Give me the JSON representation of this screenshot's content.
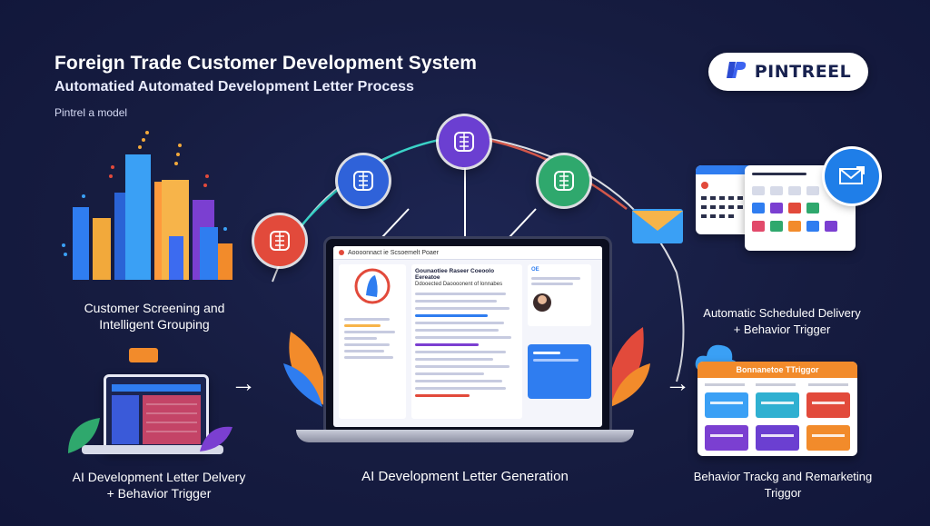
{
  "header": {
    "title": "Foreign Trade Customer Development System",
    "subtitle": "Automatied Automated Development Letter Process",
    "tagline": "Pintrel a model"
  },
  "brand": {
    "name": "PINTREEL",
    "icon": "brand-logo-icon",
    "color": "#2b4ad1"
  },
  "stages": {
    "screening": "Customer Screening and\nIntelligent Grouping",
    "delivery": "AI  Development  Letter Delvery\n+  Behavior Trigger",
    "generation": "AI Development Letter Generation",
    "scheduled": "Automatic Scheduled Delivery\n+ Behavior Trigger",
    "tracking": "Behavior Trackg and Remarketing\nTriggor"
  },
  "laptop": {
    "header": "Aoooonnact ie Scsoemelt Poaer",
    "doc_title": "Gounaotiee Raseer Coeoolo Eereatoe",
    "doc_subtitle": "Ddooected Daoooonent of lonnabes",
    "side_tag": "OE"
  },
  "remarketing_card": {
    "header": "Bonnanetoe TTriggor"
  },
  "colors": {
    "accent_blue": "#2f7df0",
    "accent_purple": "#7b3fd1",
    "accent_orange": "#f28b2b",
    "accent_red": "#e24a3b",
    "accent_green": "#2fa86d"
  }
}
